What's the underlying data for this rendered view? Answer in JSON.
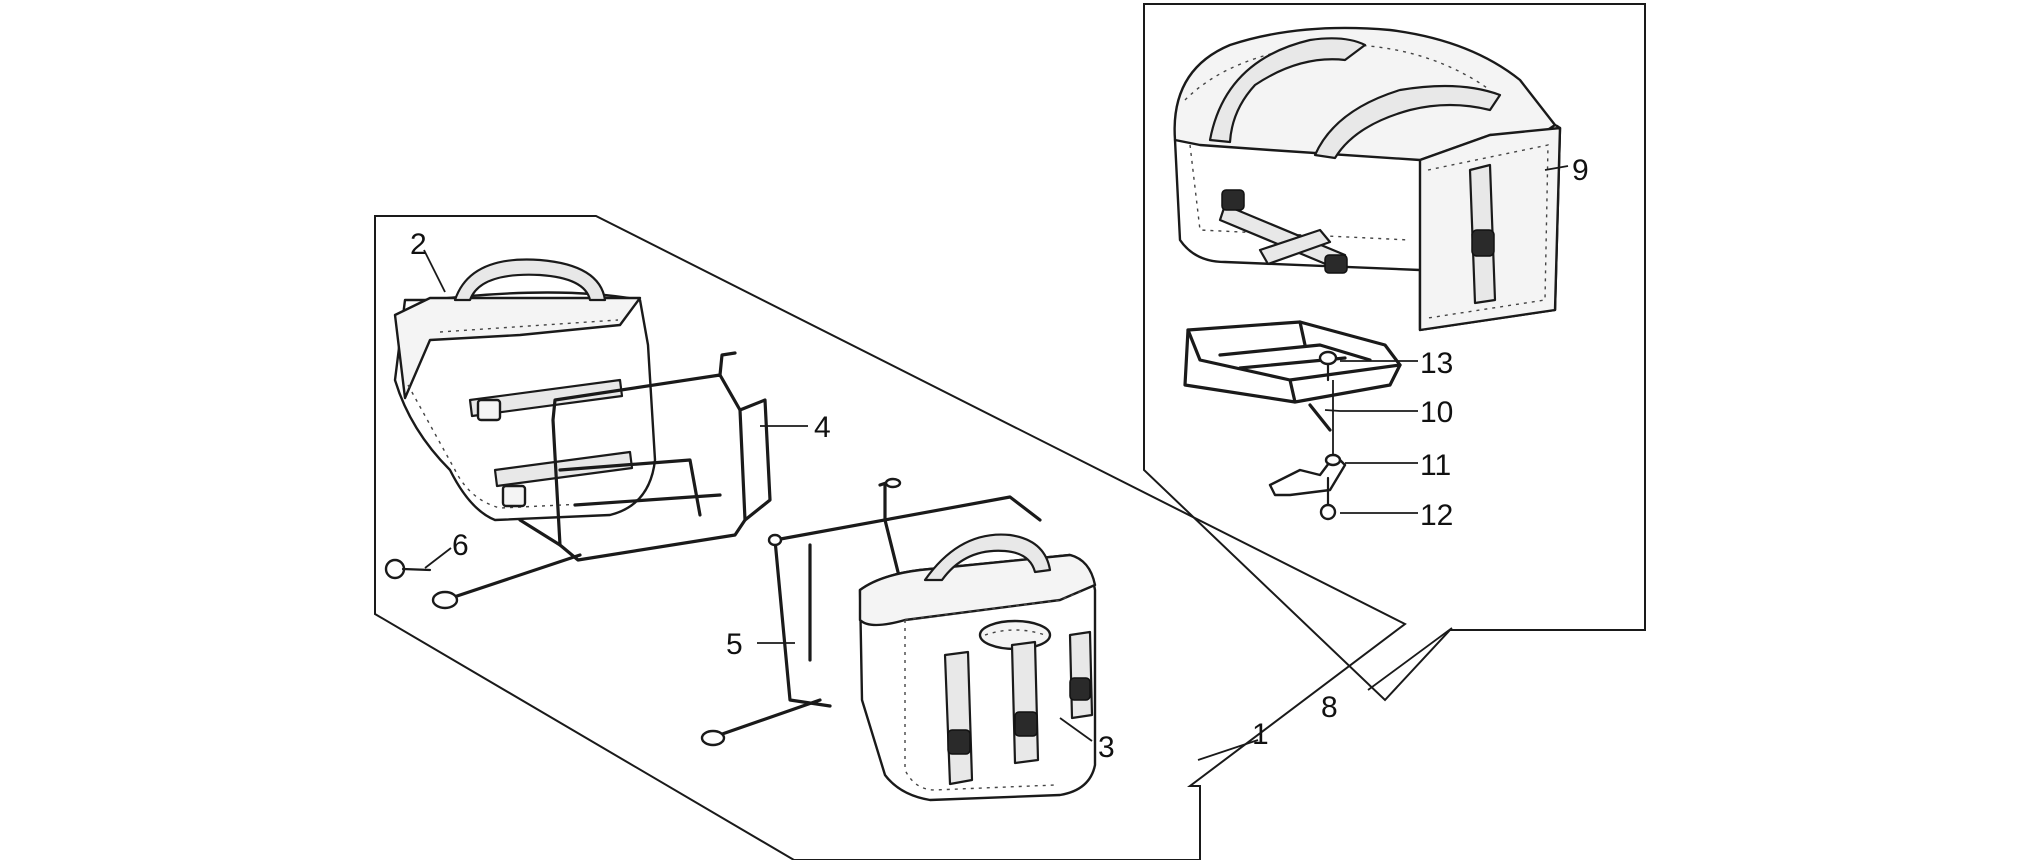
{
  "diagram": {
    "callouts": [
      {
        "id": "1",
        "label": "1"
      },
      {
        "id": "2",
        "label": "2"
      },
      {
        "id": "3",
        "label": "3"
      },
      {
        "id": "4",
        "label": "4"
      },
      {
        "id": "5",
        "label": "5"
      },
      {
        "id": "6",
        "label": "6"
      },
      {
        "id": "8",
        "label": "8"
      },
      {
        "id": "9",
        "label": "9"
      },
      {
        "id": "10",
        "label": "10"
      },
      {
        "id": "11",
        "label": "11"
      },
      {
        "id": "12",
        "label": "12"
      },
      {
        "id": "13",
        "label": "13"
      }
    ],
    "groups": {
      "side_cases_kit": "1",
      "top_case_kit": "8"
    },
    "colors": {
      "line": "#1a1a1a",
      "background": "#ffffff"
    }
  }
}
